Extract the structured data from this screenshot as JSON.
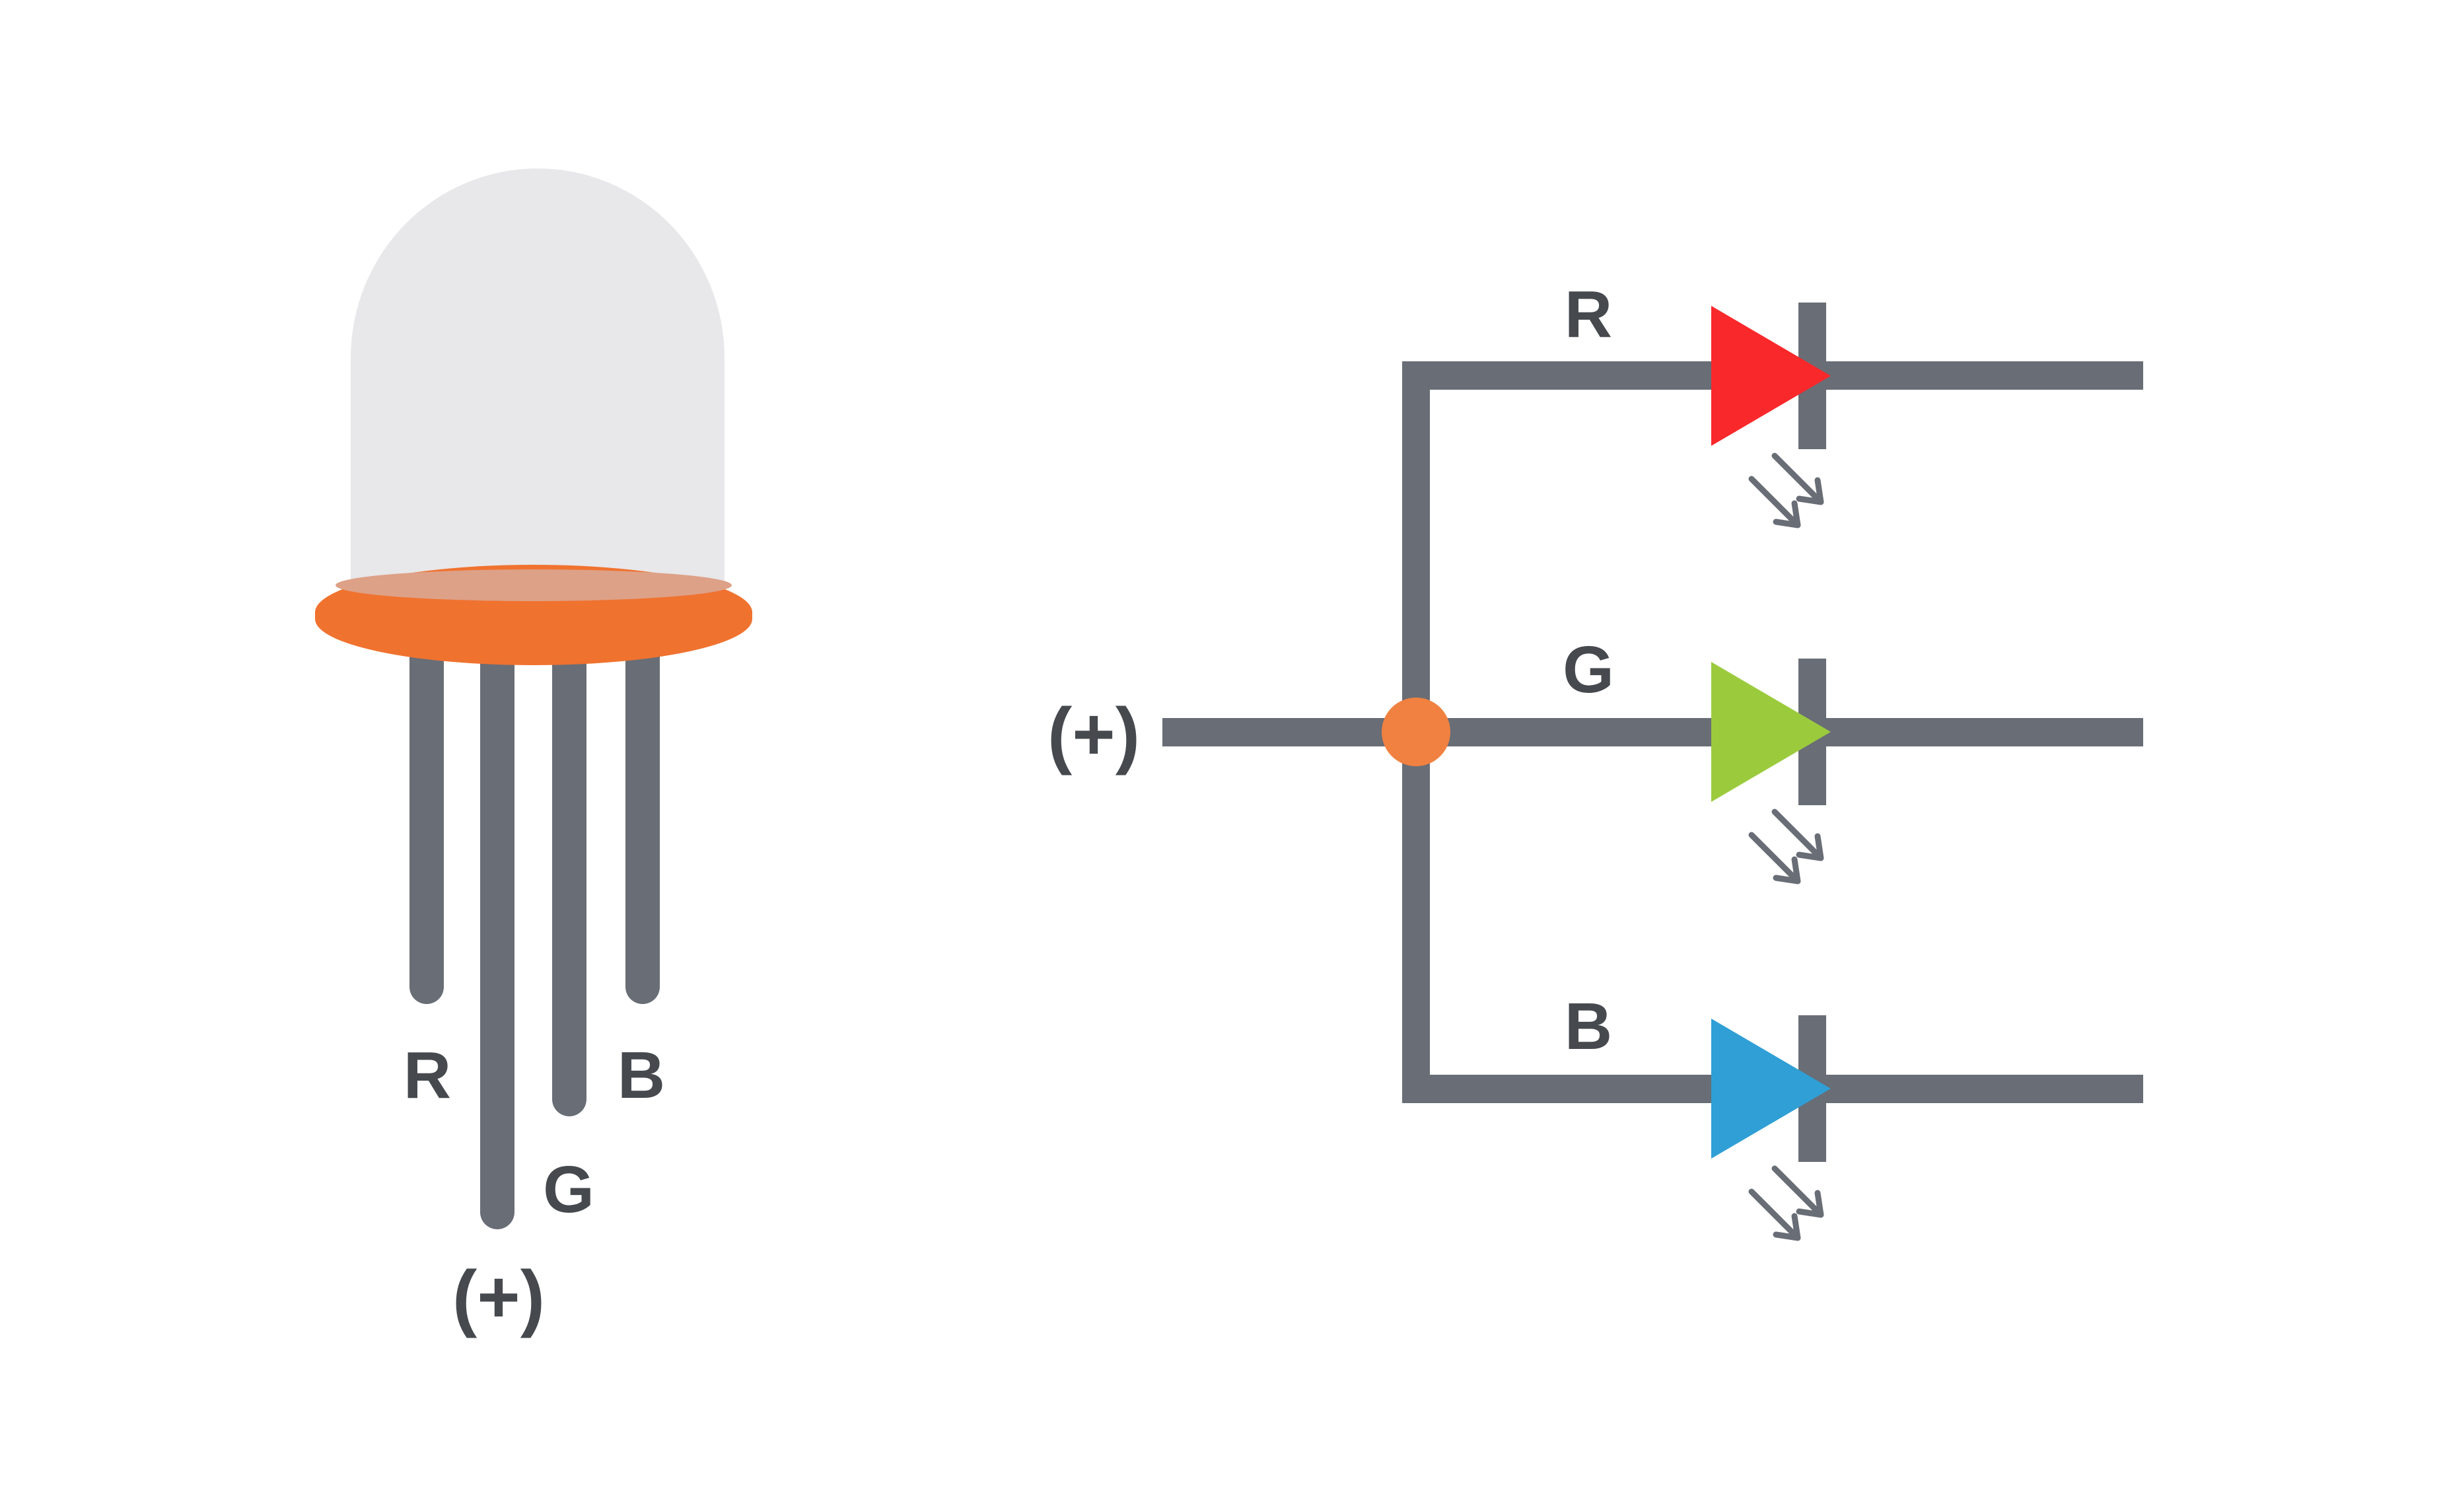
{
  "diagram": {
    "led_pinout": {
      "pins": [
        {
          "id": "red",
          "label": "R"
        },
        {
          "id": "anode",
          "label": "(+)"
        },
        {
          "id": "green",
          "label": "G"
        },
        {
          "id": "blue",
          "label": "B"
        }
      ]
    },
    "schematic": {
      "anode_label": "(+)",
      "branches": [
        {
          "id": "red",
          "label": "R",
          "color": "#F9282B"
        },
        {
          "id": "green",
          "label": "G",
          "color": "#9BCB3D"
        },
        {
          "id": "blue",
          "label": "B",
          "color": "#2F9FD6"
        }
      ]
    }
  },
  "colors": {
    "background": "#FFFFFF",
    "wire_gray": "#696D76",
    "label_gray": "#46494E",
    "dome_gray": "#E8E7EA",
    "collar_orange": "#F0722F",
    "collar_top_salmon": "#DDA187",
    "junction_orange": "#F08140",
    "red": "#F9282B",
    "green": "#9BCB3D",
    "blue": "#2F9FD6"
  }
}
